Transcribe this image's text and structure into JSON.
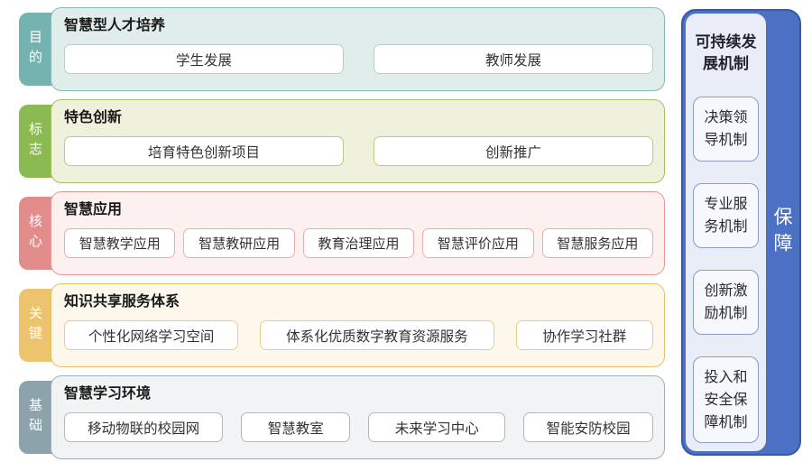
{
  "rows": [
    {
      "tab": "目的",
      "title": "智慧型人才培养",
      "items": [
        "学生发展",
        "教师发展"
      ]
    },
    {
      "tab": "标志",
      "title": "特色创新",
      "items": [
        "培育特色创新项目",
        "创新推广"
      ]
    },
    {
      "tab": "核心",
      "title": "智慧应用",
      "items": [
        "智慧教学应用",
        "智慧教研应用",
        "教育治理应用",
        "智慧评价应用",
        "智慧服务应用"
      ]
    },
    {
      "tab": "关键",
      "title": "知识共享服务体系",
      "items": [
        "个性化网络学习空间",
        "体系化优质数字教育资源服务",
        "协作学习社群"
      ]
    },
    {
      "tab": "基础",
      "title": "智慧学习环境",
      "items": [
        "移动物联的校园网",
        "智慧教室",
        "未来学习中心",
        "智能安防校园"
      ]
    }
  ],
  "guarantee": {
    "title": "可持续发展机制",
    "items": [
      "决策领导机制",
      "专业服务机制",
      "创新激励机制",
      "投入和安全保障机制"
    ],
    "strip_label": "保障"
  },
  "palette": {
    "row_purpose_accent": "#74b3b0",
    "row_purpose_fill": "#e0edeb",
    "row_feature_accent": "#8cba52",
    "row_feature_fill": "#eff1dc",
    "row_core_accent": "#e28d8b",
    "row_core_fill": "#fdf1f0",
    "row_key_accent": "#ecc46e",
    "row_key_fill": "#fdf8eb",
    "row_foundation_accent": "#8da3ac",
    "row_foundation_fill": "#f1f3f4",
    "guarantee_blue": "#4b70c4",
    "guarantee_panel_fill": "#e9edf8"
  }
}
